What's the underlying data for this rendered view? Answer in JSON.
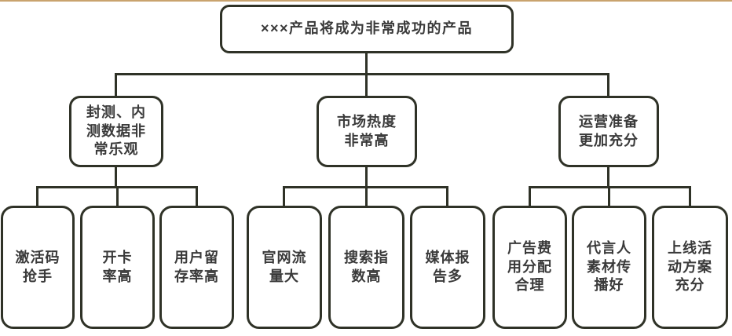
{
  "colors": {
    "background": "#ffffff",
    "top_bar": "#c9a36e",
    "node_border": "#2f3227",
    "node_fill": "#ffffff",
    "text": "#3a3a3a"
  },
  "diagram": {
    "type": "tree",
    "root": {
      "text": "×××产品将成为非常成功的产品"
    },
    "branches": [
      {
        "text": "封测、内\n测数据非\n常乐观",
        "children": [
          {
            "text": "激活码\n抢手"
          },
          {
            "text": "开卡\n率高"
          },
          {
            "text": "用户留\n存率高"
          }
        ]
      },
      {
        "text": "市场热度\n非常高",
        "children": [
          {
            "text": "官网流\n量大"
          },
          {
            "text": "搜索指\n数高"
          },
          {
            "text": "媒体报\n告多"
          }
        ]
      },
      {
        "text": "运营准备\n更加充分",
        "children": [
          {
            "text": "广告费\n用分配\n合理"
          },
          {
            "text": "代言人\n素材传\n播好"
          },
          {
            "text": "上线活\n动方案\n充分"
          }
        ]
      }
    ]
  }
}
